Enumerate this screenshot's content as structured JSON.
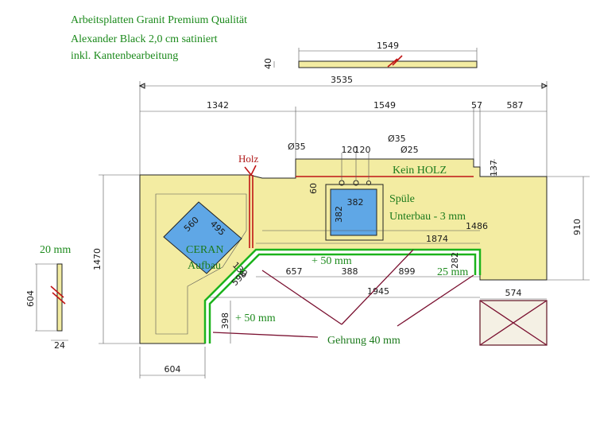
{
  "header": {
    "line1": "Arbeitsplatten Granit Premium Qualität",
    "line2": "Alexander Black 2,0 cm satiniert",
    "line3": "inkl. Kantenbearbeitung"
  },
  "dimensions": {
    "total_width": "3535",
    "left_width": "1342",
    "mid_width": "1549",
    "gap": "57",
    "right_width": "587",
    "strip_length": "1549",
    "strip_height": "40",
    "hole1": "Ø35",
    "hole2": "Ø35",
    "hole3": "Ø25",
    "hole_spacing1": "120",
    "hole_spacing2": "120",
    "sink_offset": "60",
    "sink_width": "382",
    "sink_height": "382",
    "step_height": "137",
    "inner_length": "1874",
    "right_depth_line": "1486",
    "right_height": "910",
    "left_height": "1470",
    "cooktop_a": "560",
    "cooktop_b": "495",
    "cooktop_offset": "130",
    "diag": "598",
    "seg_a": "657",
    "seg_b": "388",
    "seg_c": "899",
    "seg_d": "282",
    "bottom_inner": "1945",
    "cabinet_width": "574",
    "lower_height": "398",
    "bottom_width": "604",
    "side_height": "604",
    "side_thickness": "24"
  },
  "labels": {
    "holz": "Holz",
    "kein_holz": "Kein  HOLZ",
    "spuele": "Spüle",
    "unterbau": "Unterbau - 3 mm",
    "ceran": "CERAN",
    "aufbau": "Aufbau",
    "plus50_a": "+ 50 mm",
    "plus50_b": "+ 50 mm",
    "mm25": "25 mm",
    "gehrung": "Gehrung 40 mm",
    "side_mm": "20 mm"
  }
}
